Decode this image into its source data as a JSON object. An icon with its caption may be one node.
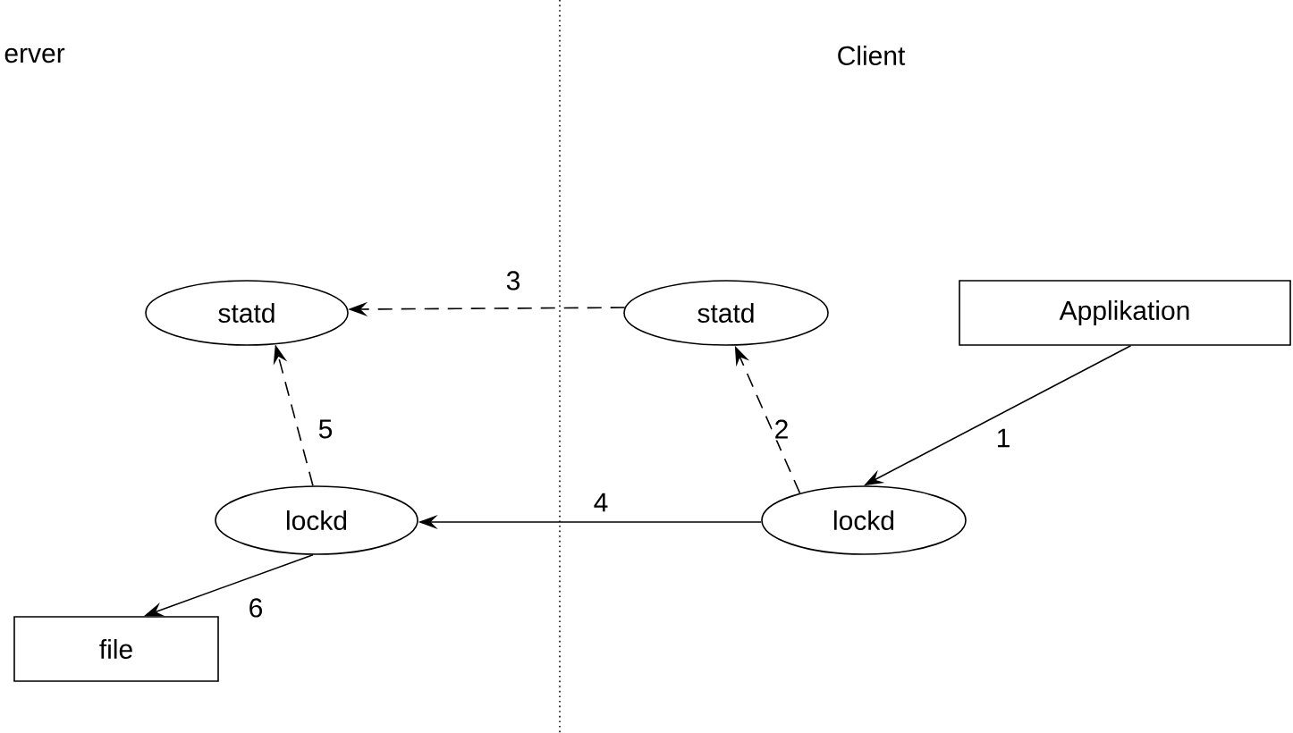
{
  "diagram": {
    "nodes": [
      {
        "text": [
          "Applikation"
        ]
      },
      {
        "text": [
          "statd"
        ]
      },
      {
        "text": [
          "statd"
        ]
      },
      {
        "text": [
          "lockd"
        ]
      },
      {
        "text": [
          "lockd"
        ]
      },
      {
        "text": [
          "file"
        ]
      }
    ],
    "edges": [
      {
        "from": 0,
        "to": 3,
        "arrow": "to",
        "label": "1"
      },
      {
        "from": 3,
        "to": 1,
        "arrow": "to",
        "label": "2",
        "style": "dashed"
      },
      {
        "from": 1,
        "to": 2,
        "arrow": "to",
        "label": "3",
        "style": "dashed"
      },
      {
        "from": 3,
        "to": 4,
        "arrow": "to",
        "label": "4"
      },
      {
        "from": 4,
        "to": 2,
        "arrow": "to",
        "label": "5",
        "style": "dashed"
      },
      {
        "from": 4,
        "to": 5,
        "arrow": "to",
        "label": "6"
      }
    ],
    "labels": [
      "erver",
      "Client"
    ]
  }
}
